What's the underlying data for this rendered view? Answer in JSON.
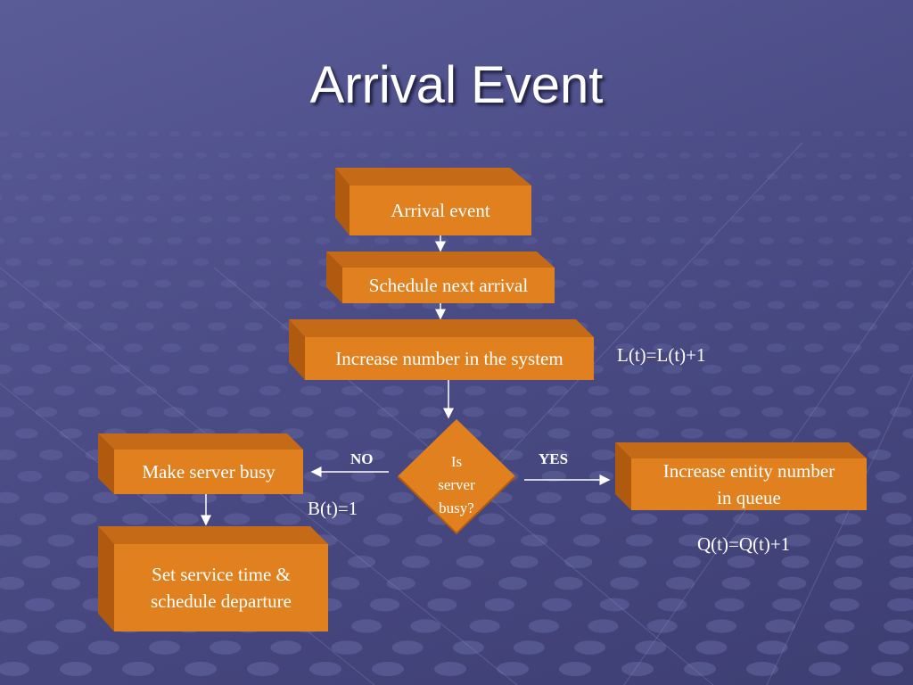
{
  "slide": {
    "title": "Arrival Event"
  },
  "colors": {
    "box_front": "#e0801f",
    "box_side": "#b05a10",
    "box_top": "#c56a16",
    "arrow": "#ffffff",
    "background": "#4b4c86"
  },
  "flowchart": {
    "nodes": {
      "arrival": "Arrival event",
      "schedule": "Schedule next arrival",
      "increase_system": "Increase number in the system",
      "decision": [
        "Is",
        "server",
        "busy?"
      ],
      "make_busy": "Make server busy",
      "increase_queue": [
        "Increase entity number",
        "in queue"
      ],
      "service": [
        "Set service time &",
        "schedule departure"
      ]
    },
    "edges": {
      "no": "NO",
      "yes": "YES"
    },
    "annotations": {
      "system_count": "L(t)=L(t)+1",
      "busy_status": "B(t)=1",
      "queue_count": "Q(t)=Q(t)+1"
    }
  }
}
